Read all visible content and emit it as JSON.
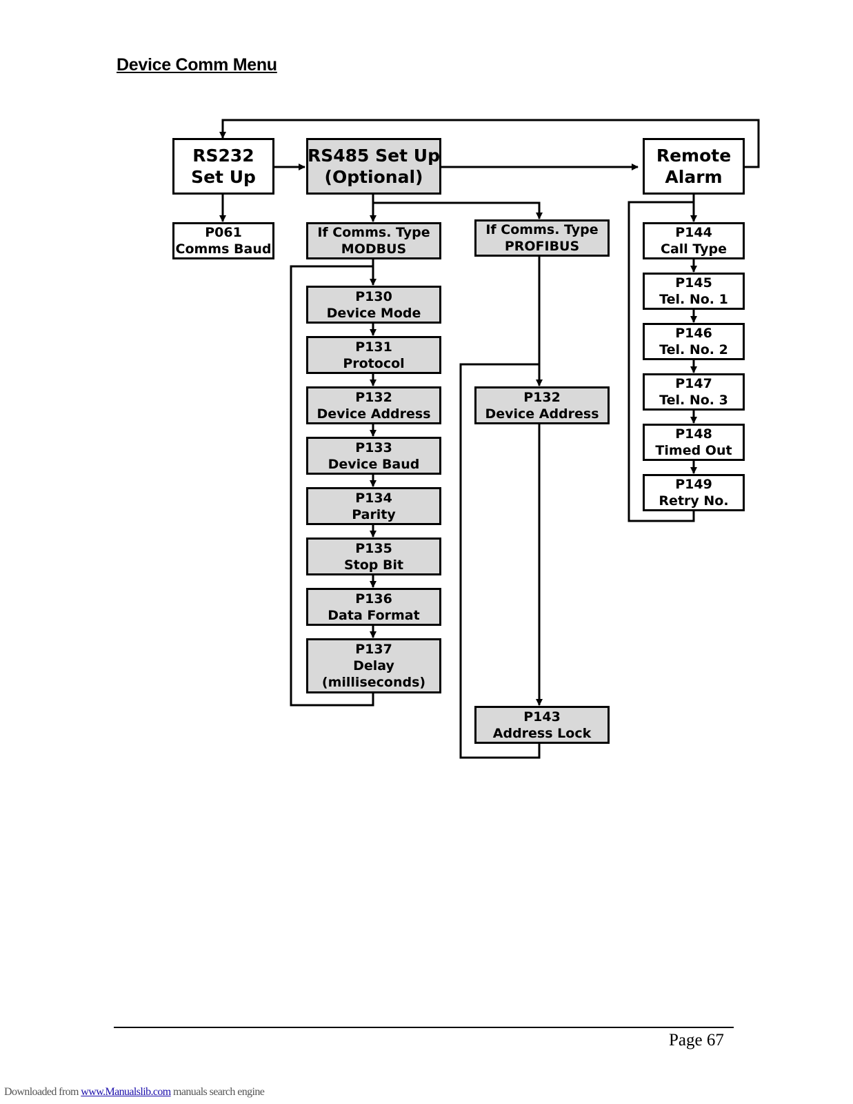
{
  "page": {
    "title": "Device Comm Menu",
    "page_number": "Page 67",
    "download_prefix": "Downloaded from",
    "download_link": "www.Manualslib.com",
    "download_suffix": " manuals search engine"
  },
  "nodes": {
    "rs232": {
      "l1": "RS232",
      "l2": "Set Up"
    },
    "rs485": {
      "l1": "RS485 Set Up",
      "l2": "(Optional)"
    },
    "remote": {
      "l1": "Remote",
      "l2": "Alarm"
    },
    "p061": {
      "l1": "P061",
      "l2": "Comms Baud"
    },
    "modbus": {
      "l1": "If Comms. Type",
      "l2": "MODBUS"
    },
    "profibus": {
      "l1": "If Comms. Type",
      "l2": "PROFIBUS"
    },
    "p130": {
      "l1": "P130",
      "l2": "Device Mode"
    },
    "p131": {
      "l1": "P131",
      "l2": "Protocol"
    },
    "p132m": {
      "l1": "P132",
      "l2": "Device Address"
    },
    "p133": {
      "l1": "P133",
      "l2": "Device Baud"
    },
    "p134": {
      "l1": "P134",
      "l2": "Parity"
    },
    "p135": {
      "l1": "P135",
      "l2": "Stop Bit"
    },
    "p136": {
      "l1": "P136",
      "l2": "Data Format"
    },
    "p137": {
      "l1": "P137",
      "l2": "Delay",
      "l3": "(milliseconds)"
    },
    "p132p": {
      "l1": "P132",
      "l2": "Device Address"
    },
    "p143": {
      "l1": "P143",
      "l2": "Address Lock"
    },
    "p144": {
      "l1": "P144",
      "l2": "Call Type"
    },
    "p145": {
      "l1": "P145",
      "l2": "Tel. No. 1"
    },
    "p146": {
      "l1": "P146",
      "l2": "Tel. No. 2"
    },
    "p147": {
      "l1": "P147",
      "l2": "Tel. No. 3"
    },
    "p148": {
      "l1": "P148",
      "l2": "Timed Out"
    },
    "p149": {
      "l1": "P149",
      "l2": "Retry No."
    }
  },
  "colors": {
    "grey_box": "#d9d9d9",
    "white_box": "#ffffff",
    "line": "#000000"
  }
}
